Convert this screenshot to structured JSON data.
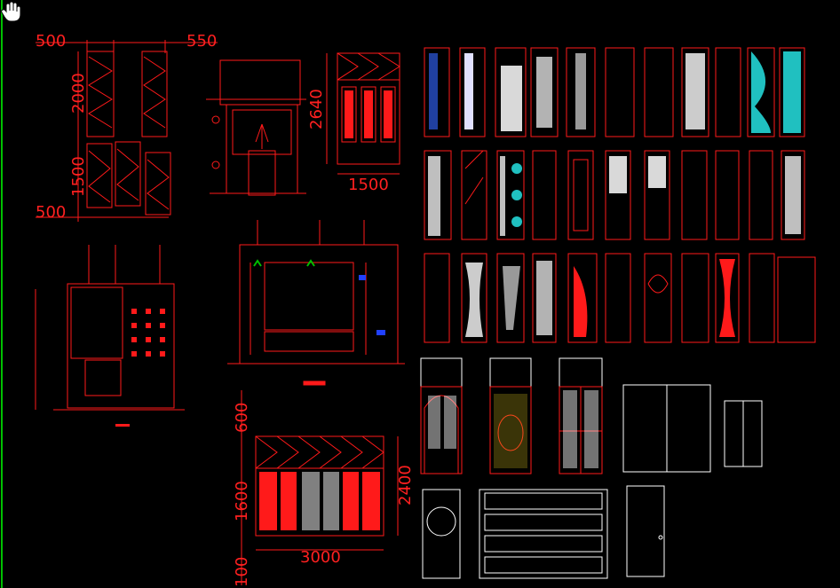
{
  "viewport": {
    "background": "#000000",
    "stroke_red": "#ff1a1a",
    "stroke_white": "#ffffff",
    "accent_cyan": "#20c0c0",
    "accent_green": "#00c000",
    "accent_blue": "#2040ff",
    "accent_yellow": "#e8d020"
  },
  "dimensions": {
    "w500_top": "500",
    "w550": "550",
    "h2000": "2000",
    "h1500_left": "1500",
    "w500_bottom": "500",
    "h2640": "2640",
    "w1500": "1500",
    "h600": "600",
    "h1600": "1600",
    "h100": "100",
    "h2400": "2400",
    "w3000": "3000"
  },
  "cursor": {
    "icon": "hand-pan-icon"
  }
}
